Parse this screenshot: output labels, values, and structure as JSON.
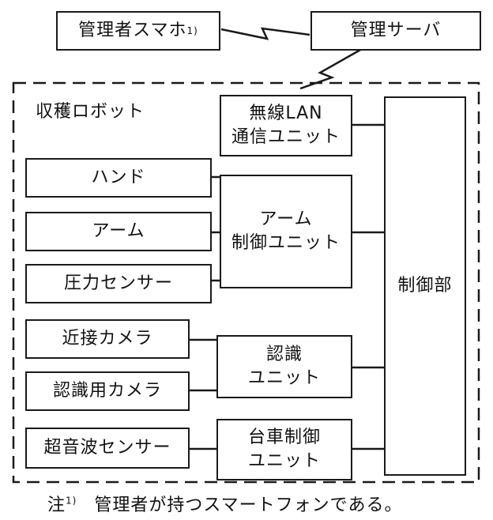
{
  "admin_phone": {
    "label": "管理者スマホ",
    "note_marker": "1)"
  },
  "admin_server": {
    "label": "管理サーバ"
  },
  "robot_label": "収穫ロボット",
  "wireless_unit": {
    "line1": "無線LAN",
    "line2": "通信ユニット"
  },
  "controller": {
    "label": "制御部"
  },
  "arm_unit": {
    "line1": "アーム",
    "line2": "制御ユニット"
  },
  "recog_unit": {
    "line1": "認識",
    "line2": "ユニット"
  },
  "cart_unit": {
    "line1": "台車制御",
    "line2": "ユニット"
  },
  "components": {
    "hand": "ハンド",
    "arm": "アーム",
    "pressure": "圧力センサー",
    "proximity_camera": "近接カメラ",
    "recog_camera": "認識用カメラ",
    "ultrasonic": "超音波センサー"
  },
  "footnote": {
    "marker": "注",
    "number": "1)",
    "text": "管理者が持つスマートフォンである。"
  }
}
